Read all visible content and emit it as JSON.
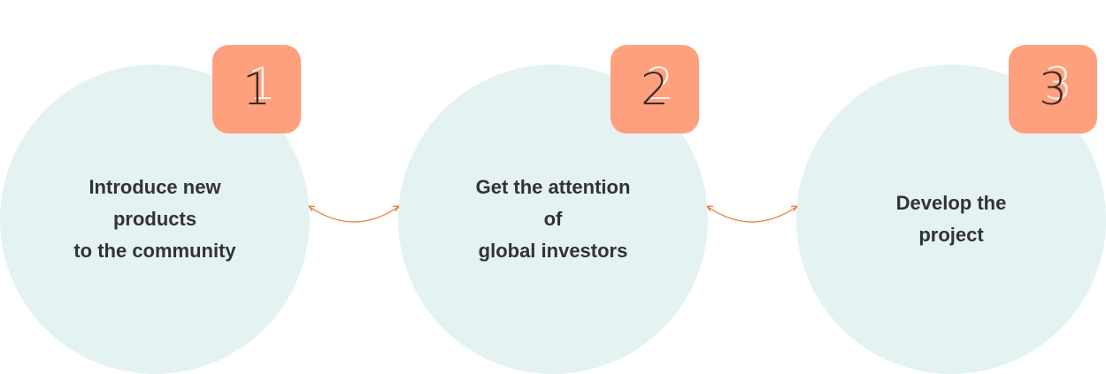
{
  "steps": [
    {
      "number": "1",
      "lines": [
        "Introduce new",
        "products",
        "to the community"
      ]
    },
    {
      "number": "2",
      "lines": [
        "Get the attention",
        "of",
        "global investors"
      ]
    },
    {
      "number": "3",
      "lines": [
        "Develop the",
        "project"
      ]
    }
  ],
  "colors": {
    "circle_fill": "#e5f2f2",
    "badge_fill": "#fea07d",
    "connector": "#e8793f",
    "text": "#333333"
  }
}
